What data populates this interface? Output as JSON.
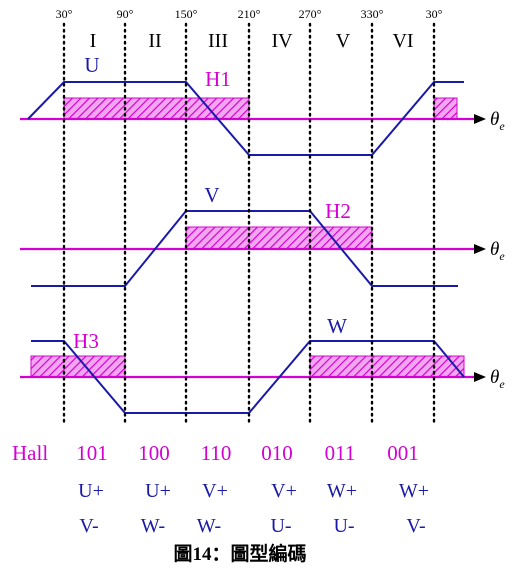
{
  "angles": [
    "30°",
    "90°",
    "150°",
    "210°",
    "270°",
    "330°",
    "30°"
  ],
  "sectors": [
    "I",
    "II",
    "III",
    "IV",
    "V",
    "VI"
  ],
  "waves": [
    {
      "label": "U",
      "hall_label": "H1"
    },
    {
      "label": "V",
      "hall_label": "H2"
    },
    {
      "label": "W",
      "hall_label": "H3"
    }
  ],
  "axis": {
    "symbol": "θ",
    "subscript": "e"
  },
  "table": {
    "row_label": "Hall",
    "codes": [
      "101",
      "100",
      "110",
      "010",
      "011",
      "001"
    ],
    "plus": [
      "U+",
      "U+",
      "V+",
      "V+",
      "W+",
      "W+"
    ],
    "minus": [
      "V-",
      "W-",
      "W-",
      "U-",
      "U-",
      "V-"
    ]
  },
  "caption": "圖14：圖型編碼",
  "colors": {
    "wave": "#1a1aa8",
    "hall": "#d400d4",
    "grid": "#000000"
  }
}
